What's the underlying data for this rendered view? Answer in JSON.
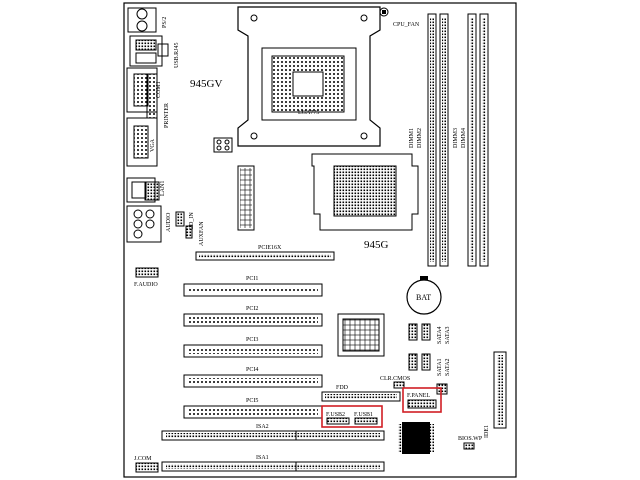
{
  "labels": {
    "ps2": "PS/2",
    "usb_rj45": "USB.RJ45",
    "chipset_north_model": "945GV",
    "com1": "COM1",
    "printer": "PRINTER",
    "vga": "VGA",
    "lan1": "LAN1",
    "audio": "AUDIO",
    "cd_in": "CD_IN",
    "aux_fan": "AUXFAN",
    "f_audio": "F.AUDIO",
    "cpu_socket": "LGA775",
    "cpu_fan": "CPU_FAN",
    "dimm1": "DIMM1",
    "dimm2": "DIMM2",
    "dimm3": "DIMM3",
    "dimm4": "DIMM4",
    "north_bridge": "945G",
    "pcie16x": "PCIE16X",
    "pci1": "PCI1",
    "pci2": "PCI2",
    "pci3": "PCI3",
    "pci4": "PCI4",
    "pci5": "PCI5",
    "isa1": "ISA1",
    "isa2": "ISA2",
    "bat": "BAT",
    "sata4": "SATA4",
    "sata3": "SATA3",
    "sata1": "SATA1",
    "sata2": "SATA2",
    "fdd": "FDD",
    "clr_cmos": "CLR.CMOS",
    "f_panel": "F.PANEL",
    "f_usb2": "F.USB2",
    "f_usb1": "F.USB1",
    "ide1": "IDE1",
    "bios_wp": "BIOS.WP",
    "j_com": "J.COM"
  },
  "highlight_color": "#d01e24"
}
